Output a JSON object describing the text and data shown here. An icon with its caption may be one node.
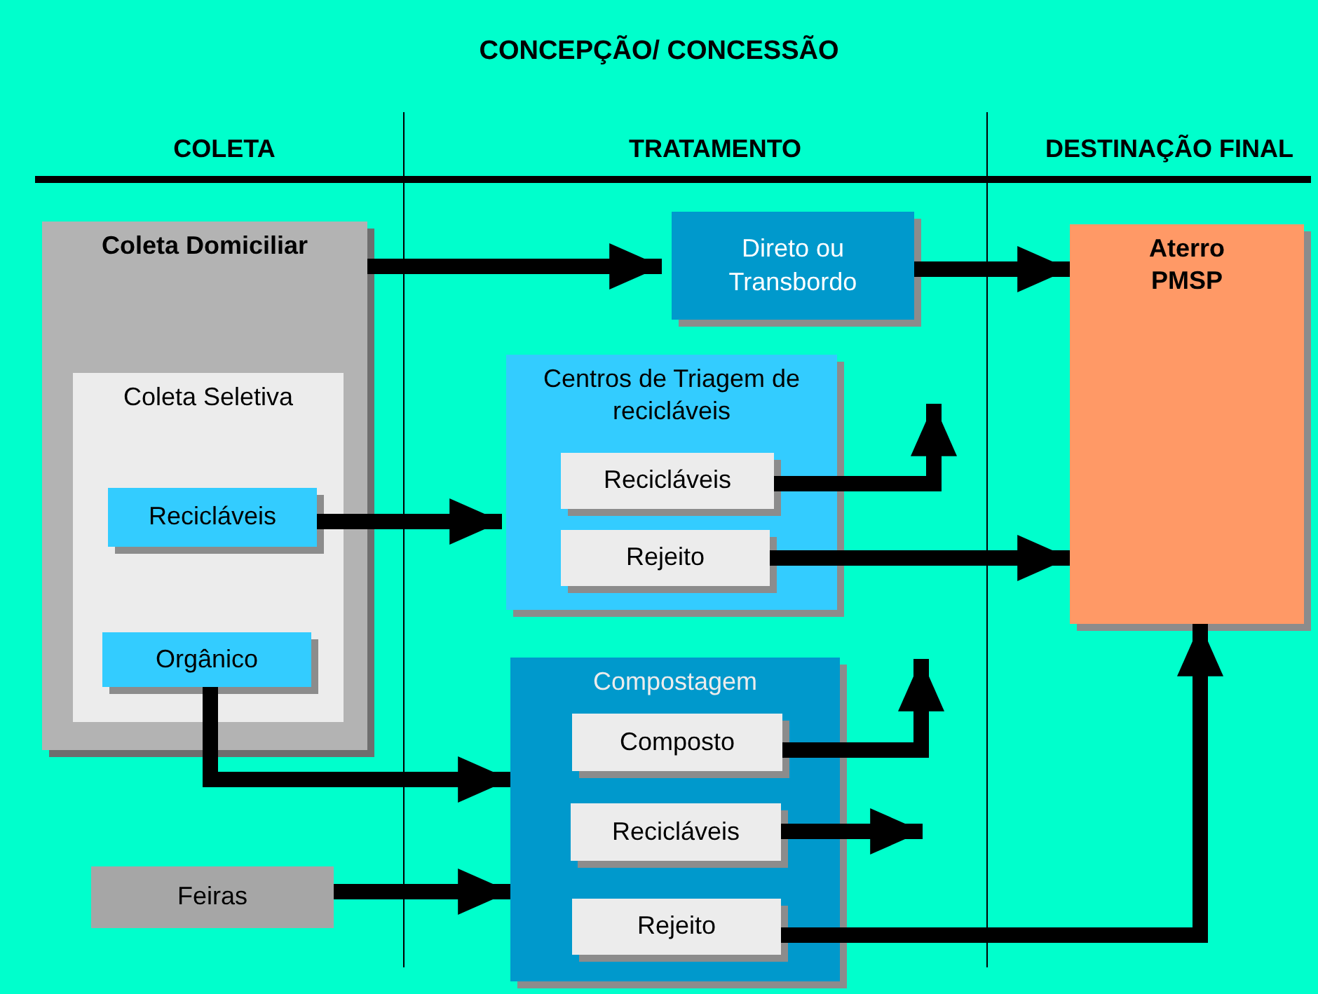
{
  "diagram": {
    "title": "CONCEPÇÃO/ CONCESSÃO",
    "nodes": [
      {
        "text": [
          "Coleta Domiciliar"
        ]
      },
      {
        "text": [
          "Coleta Seletiva"
        ],
        "in": 0
      },
      {
        "text": [
          "Recicláveis"
        ],
        "in": 1
      },
      {
        "text": [
          "Orgânico"
        ],
        "in": 1
      },
      {
        "text": [
          "Feiras"
        ]
      },
      {
        "text": [
          "Direto ou Transbordo"
        ]
      },
      {
        "text": [
          "Centros de Triagem de recicláveis"
        ]
      },
      {
        "text": [
          "Recicláveis"
        ],
        "in": 6
      },
      {
        "text": [
          "Rejeito"
        ],
        "in": 6
      },
      {
        "text": [
          "Compostagem"
        ]
      },
      {
        "text": [
          "Composto"
        ],
        "in": 9
      },
      {
        "text": [
          "Recicláveis"
        ],
        "in": 9
      },
      {
        "text": [
          "Rejeito"
        ],
        "in": 9
      },
      {
        "text": [
          "Aterro PMSP"
        ]
      }
    ],
    "edges": [
      {
        "from": 0,
        "to": 5,
        "arrow": "to"
      },
      {
        "from": 5,
        "to": 13,
        "arrow": "to"
      },
      {
        "from": 2,
        "to": 6,
        "arrow": "to"
      },
      {
        "from": 3,
        "to": 9,
        "arrow": "to"
      },
      {
        "from": 4,
        "to": 9,
        "arrow": "to"
      },
      {
        "from": 7,
        "to": null,
        "arrow": "to"
      },
      {
        "from": 8,
        "to": 13,
        "arrow": "to"
      },
      {
        "from": 10,
        "to": null,
        "arrow": "to"
      },
      {
        "from": 11,
        "to": null,
        "arrow": "to"
      },
      {
        "from": 12,
        "to": 13,
        "arrow": "to"
      }
    ],
    "labels": [
      "COLETA",
      "TRATAMENTO",
      "DESTINAÇÃO FINAL"
    ]
  }
}
